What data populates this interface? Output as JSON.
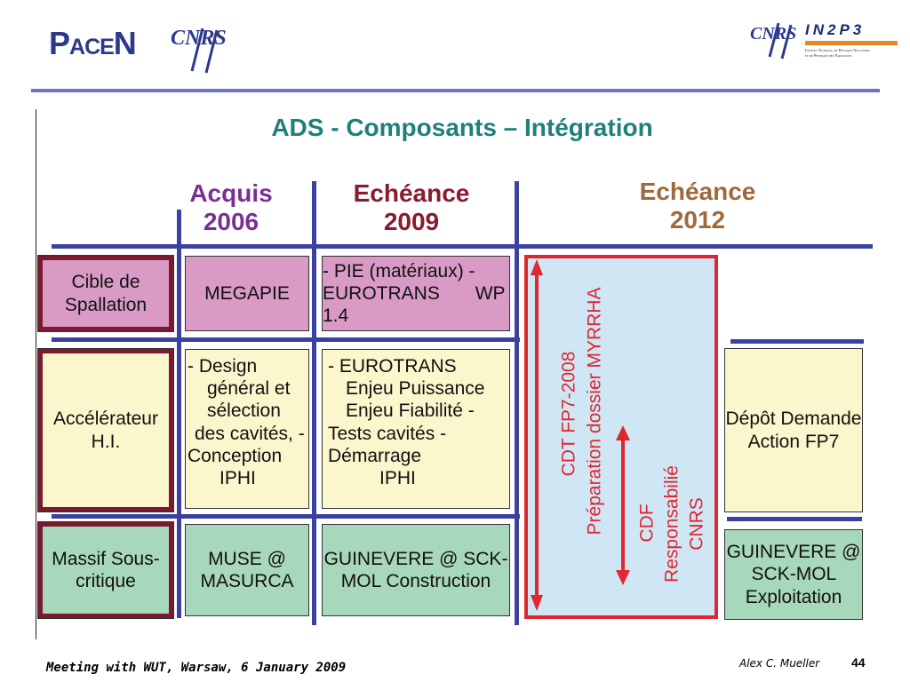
{
  "logos": {
    "pacen": "PaceN",
    "cnrs": "CNRS",
    "in2p3": "IN2P3",
    "in2p3_line1": "Institut National de Physique Nucléaire",
    "in2p3_line2": "et de Physique des Particules"
  },
  "title": "ADS - Composants – Intégration",
  "columns": {
    "acquis": {
      "line1": "Acquis",
      "line2": "2006",
      "color": "#7b2f94"
    },
    "ech2009": {
      "line1": "Echéance",
      "line2": "2009",
      "color": "#8a1a2e"
    },
    "ech2012": {
      "line1": "Echéance",
      "line2": "2012",
      "color": "#9c6a3c"
    }
  },
  "rows": {
    "spallation": [
      "Cible de",
      "Spallation"
    ],
    "accelerateur": [
      "Accélérateur",
      "H.I."
    ],
    "massif": [
      "Massif",
      "Sous-critique"
    ]
  },
  "cells": {
    "megapie": "MEGAPIE",
    "pie": [
      "- PIE (matériaux)",
      "- EUROTRANS",
      "WP 1.4"
    ],
    "design": [
      "- Design",
      "général et",
      "sélection",
      "des cavités,",
      "- Conception",
      "IPHI"
    ],
    "eurotrans": [
      "- EUROTRANS",
      "Enjeu Puissance",
      "Enjeu Fiabilité",
      "- Tests cavités",
      "- Démarrage",
      "IPHI"
    ],
    "muse": [
      "MUSE",
      "@",
      "MASURCA"
    ],
    "guinevere2009": [
      "GUINEVERE",
      "@ SCK-MOL",
      "Construction"
    ],
    "depot": [
      "Dépôt",
      "Demande",
      "Action FP7"
    ],
    "guinevere2012": [
      "GUINEVERE",
      "@ SCK-MOL",
      "Exploitation"
    ]
  },
  "vertical_texts": {
    "cdt": "CDT FP7-2008",
    "preparation": "Préparation dossier MYRRHA",
    "cdf": "CDF",
    "responsabilite": "Responsabilié",
    "cnrs": "CNRS"
  },
  "footer": {
    "meeting": "Meeting with WUT, Warsaw, 6 January 2009",
    "author": "Alex C. Mueller",
    "page": "44"
  },
  "colors": {
    "title": "#1f7f7a",
    "grid_blue": "#3a41a0",
    "row_border": "#7a1a2e",
    "red": "#e0262e",
    "pink": "#d99ac6",
    "yellow": "#fbf6cc",
    "green": "#a8d8bb",
    "light_blue": "#cfe7f5"
  }
}
